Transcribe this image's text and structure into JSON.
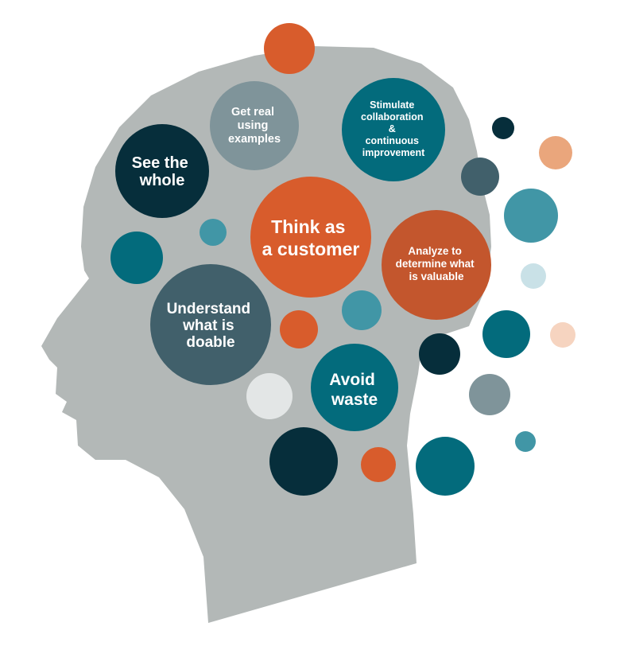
{
  "colors": {
    "head": "#b3b8b7",
    "dark_navy": "#062e3b",
    "teal_dark": "#036b7c",
    "teal_mid": "#4196a6",
    "slate": "#41606b",
    "gray_blue": "#7f949a",
    "orange": "#d85c2c",
    "rust": "#c3562d",
    "peach": "#eaa67c",
    "peach_light": "#f6d4c0",
    "pale_blue": "#c9e1e7",
    "off_white": "#e3e6e6"
  },
  "bubbles": [
    {
      "id": "see-the-whole",
      "color": "dark_navy",
      "lines": [
        "See the",
        "whole"
      ]
    },
    {
      "id": "get-real-using-examples",
      "color": "gray_blue",
      "lines": [
        "Get real",
        "using",
        "examples"
      ]
    },
    {
      "id": "stimulate-collaboration",
      "color": "teal_dark",
      "lines": [
        "Stimulate",
        "collaboration",
        "&",
        "continuous",
        "improvement"
      ]
    },
    {
      "id": "think-as-a-customer",
      "color": "orange",
      "lines": [
        "Think as",
        "a customer"
      ]
    },
    {
      "id": "analyze-to-determine-value",
      "color": "rust",
      "lines": [
        "Analyze to",
        "determine what",
        "is valuable"
      ]
    },
    {
      "id": "understand-what-is-doable",
      "color": "slate",
      "lines": [
        "Understand",
        "what is",
        "doable"
      ]
    },
    {
      "id": "avoid-waste",
      "color": "teal_dark",
      "lines": [
        "Avoid",
        "waste"
      ]
    }
  ],
  "dots": [
    {
      "id": "top-orange",
      "color": "orange"
    },
    {
      "id": "small-teal-left",
      "color": "teal_mid"
    },
    {
      "id": "teal-left",
      "color": "teal_dark"
    },
    {
      "id": "orange-small-center",
      "color": "orange"
    },
    {
      "id": "teal-center",
      "color": "teal_mid"
    },
    {
      "id": "off-white-lower",
      "color": "off_white"
    },
    {
      "id": "navy-bottom",
      "color": "dark_navy"
    },
    {
      "id": "orange-bottom",
      "color": "orange"
    },
    {
      "id": "teal-bottom-right",
      "color": "teal_dark"
    },
    {
      "id": "navy-right-inner",
      "color": "dark_navy"
    },
    {
      "id": "navy-small-top",
      "color": "dark_navy"
    },
    {
      "id": "peach-top-right",
      "color": "peach"
    },
    {
      "id": "slate-right",
      "color": "slate"
    },
    {
      "id": "teal-mid-right",
      "color": "teal_mid"
    },
    {
      "id": "pale-blue-right",
      "color": "pale_blue"
    },
    {
      "id": "teal-right-lower",
      "color": "teal_dark"
    },
    {
      "id": "peach-light-right",
      "color": "peach_light"
    },
    {
      "id": "gray-blue-right",
      "color": "gray_blue"
    },
    {
      "id": "teal-small-right",
      "color": "teal_mid"
    }
  ]
}
